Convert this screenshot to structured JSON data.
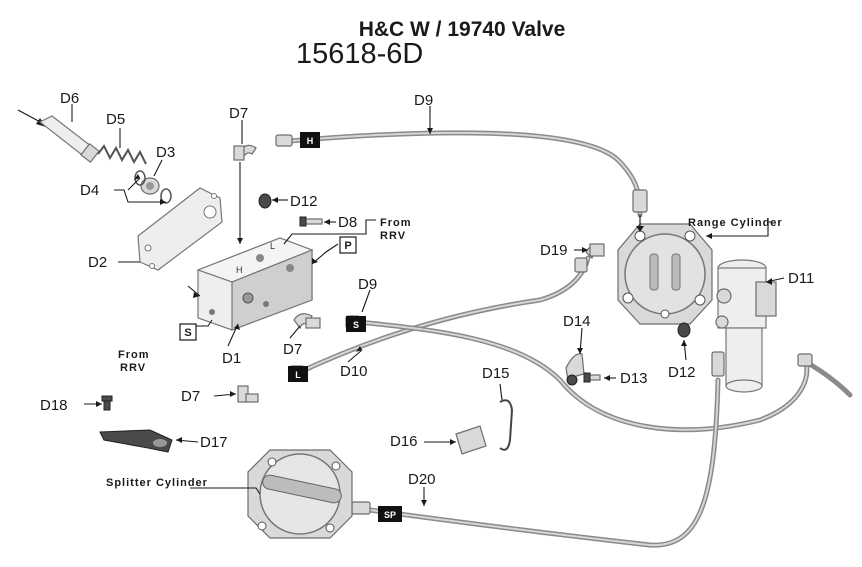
{
  "title": {
    "line1": "H&C W / 19740 Valve",
    "line2": "15618-6D"
  },
  "labels": {
    "d1": "D1",
    "d2": "D2",
    "d3": "D3",
    "d4": "D4",
    "d5": "D5",
    "d6": "D6",
    "d7a": "D7",
    "d7b": "D7",
    "d7c": "D7",
    "d8": "D8",
    "d9a": "D9",
    "d9b": "D9",
    "d10": "D10",
    "d11": "D11",
    "d12a": "D12",
    "d12b": "D12",
    "d13": "D13",
    "d14": "D14",
    "d15": "D15",
    "d16": "D16",
    "d17": "D17",
    "d18": "D18",
    "d19": "D19",
    "d20": "D20"
  },
  "callouts": {
    "range_cylinder": "Range Cylinder",
    "splitter_cylinder": "Splitter Cylinder",
    "from_rrv_top_1": "From",
    "from_rrv_top_2": "RRV",
    "from_rrv_left_1": "From",
    "from_rrv_left_2": "RRV"
  },
  "port_boxes": {
    "p": "P",
    "s": "S"
  },
  "hose_tags": {
    "h": "H",
    "s": "S",
    "l": "L",
    "sp": "SP"
  },
  "valve_markings": {
    "h": "H",
    "l": "L"
  }
}
